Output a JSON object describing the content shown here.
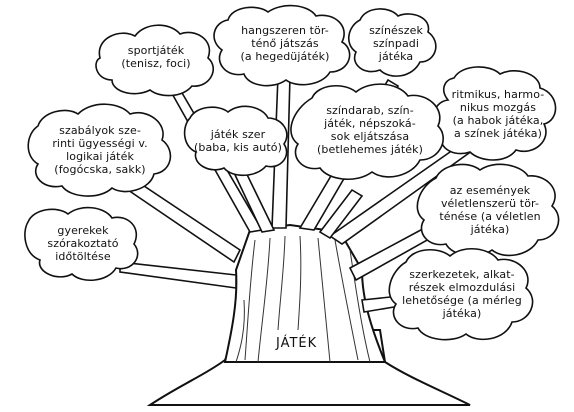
{
  "title": "JÁTÉK",
  "branches": [
    {
      "id": "sport",
      "label": "sportjáték\n(tenisz, foci)"
    },
    {
      "id": "hangszer",
      "label": "hangszeren tör-\nténő játszás\n(a hegedüjáték)"
    },
    {
      "id": "szinesz",
      "label": "színészek\nszínpadi\njátéka"
    },
    {
      "id": "ritmikus",
      "label": "ritmikus, harmo-\nnikus mozgás\n(a habok játéka,\na színek játéka)"
    },
    {
      "id": "szabalyok",
      "label": "szabályok sze-\nrinti ügyességi v.\nlogikai játék\n(fogócska, sakk)"
    },
    {
      "id": "jatekszer",
      "label": "játék szer\n(baba, kis autó)"
    },
    {
      "id": "szindarab",
      "label": "színdarab, szín-\njáték, népszoká-\nsok eljátszása\n(betlehemes játék)"
    },
    {
      "id": "gyerekek",
      "label": "gyerekek\nszórakoztató\nidőtöltése"
    },
    {
      "id": "esemenyek",
      "label": "az események\nvéletlenszerü tör-\nténése (a véletlen\njátéka)"
    },
    {
      "id": "szerkezetek",
      "label": "szerkezetek, alkat-\nrészek elmozdulási\nlehetősége (a mérleg\njátéka)"
    }
  ]
}
